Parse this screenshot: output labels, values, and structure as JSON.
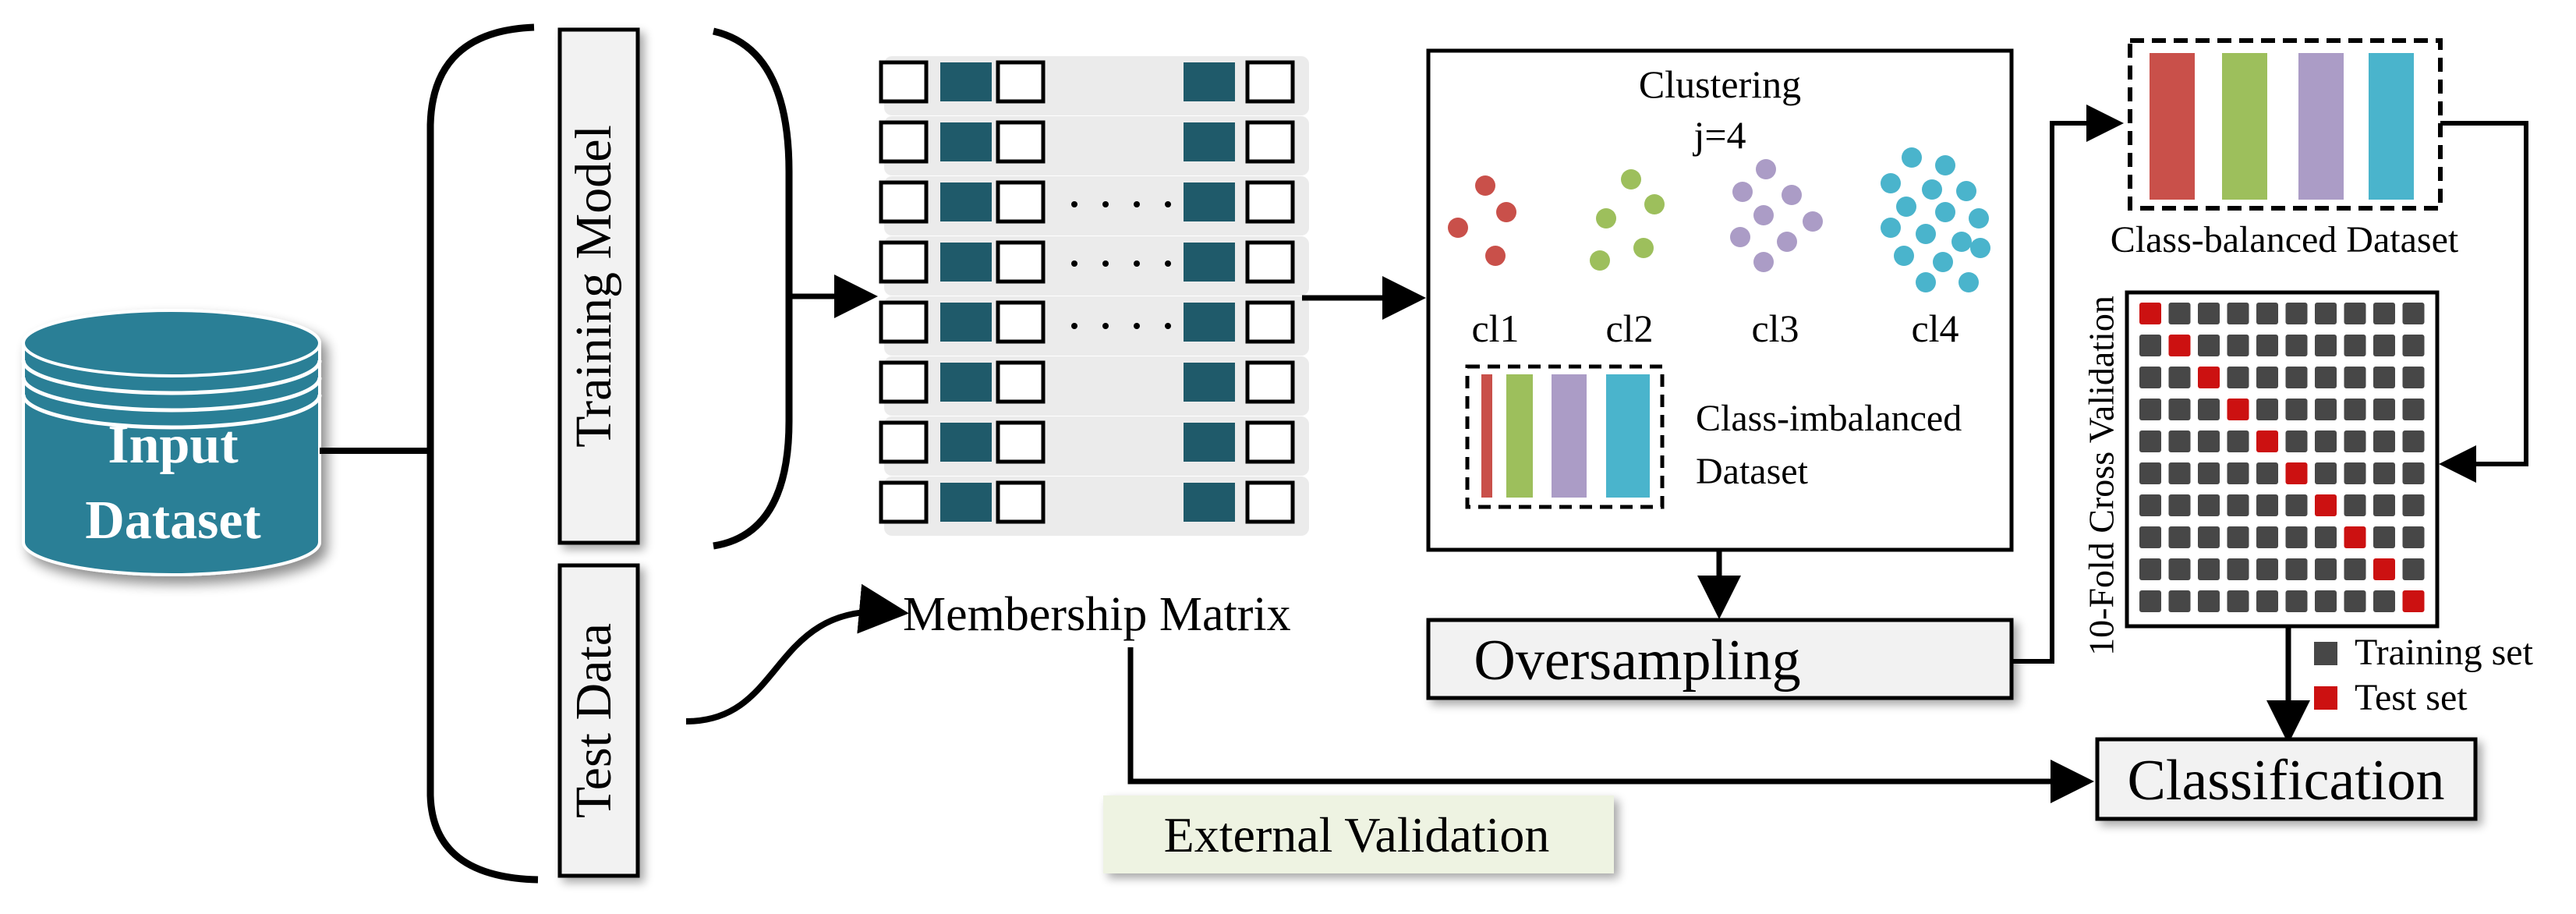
{
  "input_dataset": {
    "line1": "Input",
    "line2": "Dataset"
  },
  "training_model": "Training Model",
  "test_data": "Test Data",
  "membership_matrix": "Membership Matrix",
  "clustering": {
    "title": "Clustering",
    "subtitle": "j=4",
    "clusters": [
      "cl1",
      "cl2",
      "cl3",
      "cl4"
    ],
    "imbalanced_line1": "Class-imbalanced",
    "imbalanced_line2": "Dataset"
  },
  "class_balanced": "Class-balanced Dataset",
  "oversampling": "Oversampling",
  "cross_validation": "10-Fold Cross Validation",
  "legend": {
    "training": "Training set",
    "test": "Test set"
  },
  "classification": "Classification",
  "external_validation": "External Validation",
  "colors": {
    "cylinder": "#2a7f96",
    "matrix_cell": "#1f5a6a",
    "red": "#c9504a",
    "green": "#9dbf5c",
    "purple": "#ab9cc6",
    "cyan": "#4ab4cc",
    "grid_gray": "#474747",
    "grid_red": "#cc1111"
  },
  "cv_folds": 10
}
